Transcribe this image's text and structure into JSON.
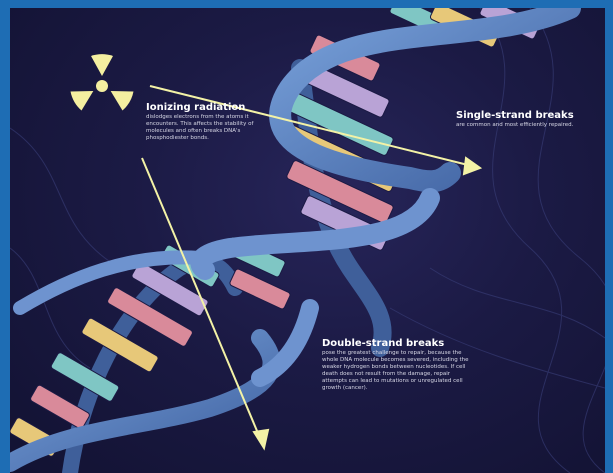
{
  "labels": {
    "ionizing": {
      "title": "Ionizing radiation",
      "desc": "dislodges electrons from the atoms it encounters. This affects the stability of molecules and often breaks DNA's phosphodiester bonds."
    },
    "single": {
      "title": "Single-strand breaks",
      "desc": "are common and most efficiently repaired."
    },
    "double": {
      "title": "Double-strand breaks",
      "desc": "pose the greatest challenge to repair, because the whole DNA molecule becomes severed, including the weaker hydrogen bonds between nucleotides. If cell death does not result from the damage, repair attempts can lead to mutations or unregulated cell growth (cancer)."
    }
  },
  "icons": {
    "radiation": "radiation-trefoil-icon"
  },
  "colors": {
    "background": "#1b1a44",
    "border": "#1e6db4",
    "strand": "#5b84c4",
    "arrow": "#f3f2a6",
    "radiation": "#f4efa0",
    "base_pink": "#d98a9a",
    "base_teal": "#7fc6c4",
    "base_yellow": "#e7c879",
    "base_lavender": "#b9a3d6"
  }
}
